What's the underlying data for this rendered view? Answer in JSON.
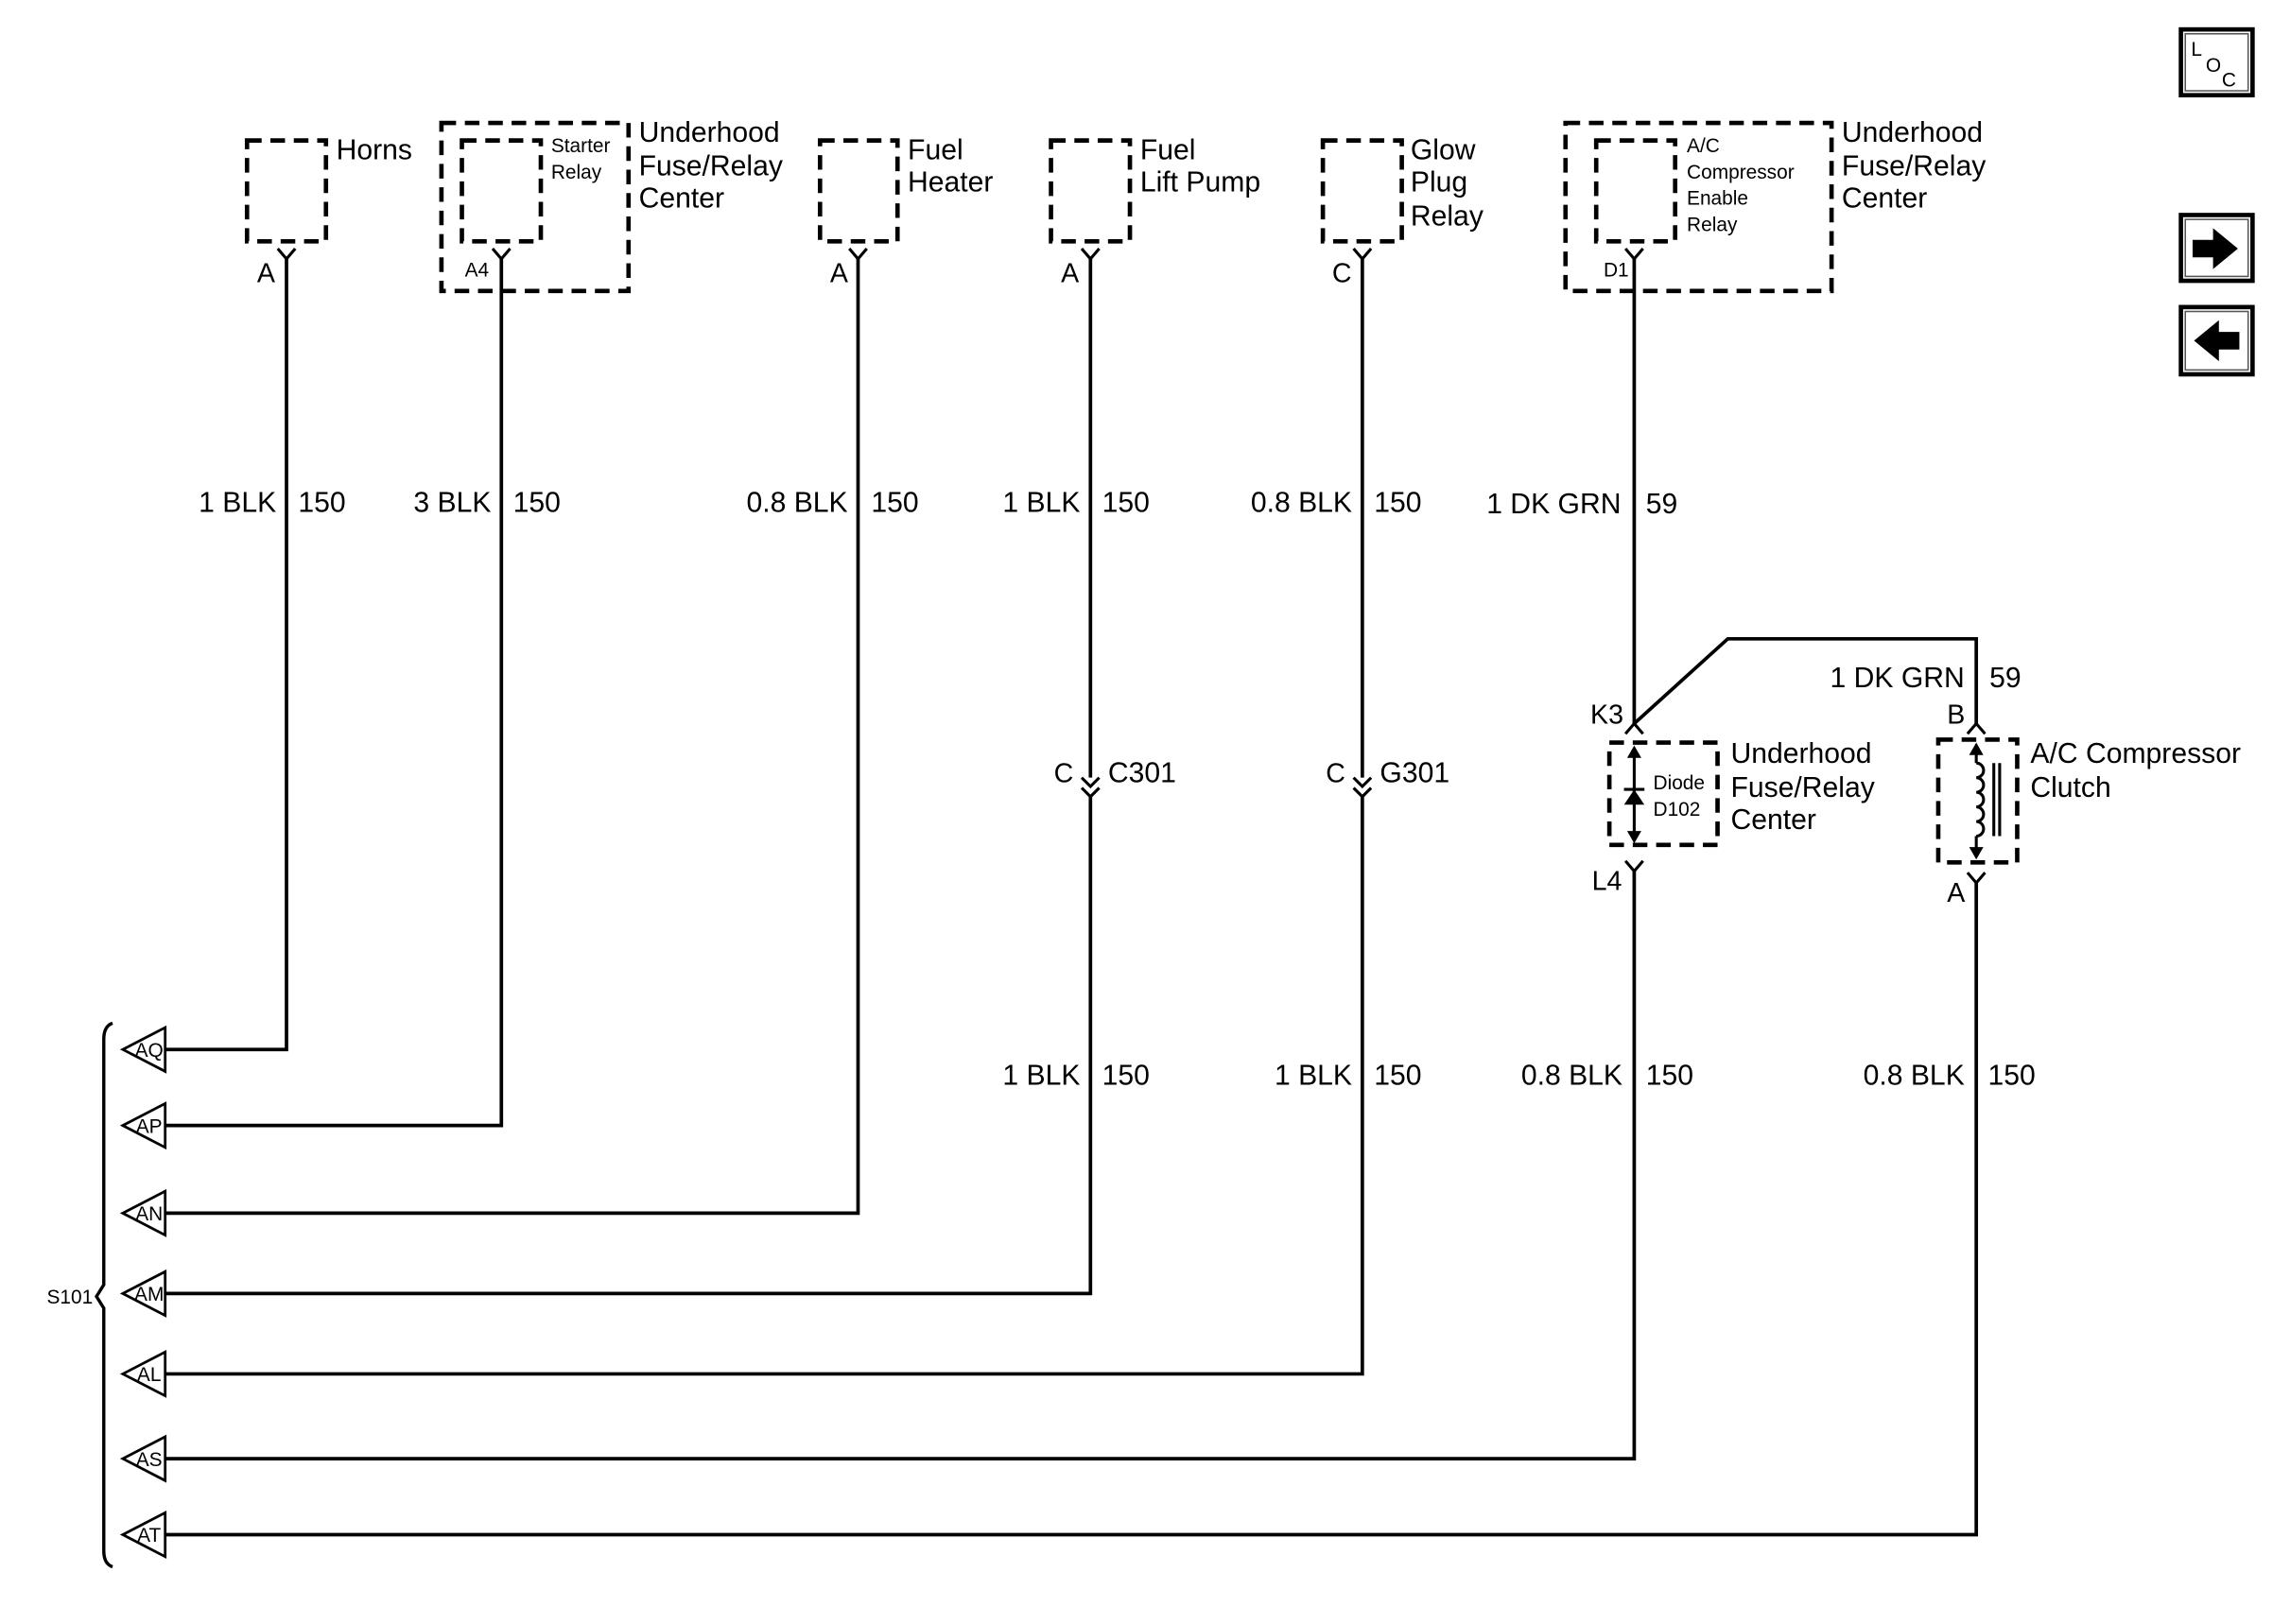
{
  "icons": {
    "locator": "loc-icon",
    "next": "right-arrow-icon",
    "prev": "left-arrow-icon"
  },
  "nav": {
    "loc_l": "L",
    "loc_o": "O",
    "loc_c": "C"
  },
  "components": {
    "horns": {
      "name": "Horns",
      "pin": "A"
    },
    "underhood_left": {
      "name": [
        "Underhood",
        "Fuse/Relay",
        "Center"
      ],
      "relay": [
        "Starter",
        "Relay"
      ],
      "pin": "A4"
    },
    "fuel_heater": {
      "name": [
        "Fuel",
        "Heater"
      ],
      "pin": "A"
    },
    "fuel_lift_pump": {
      "name": [
        "Fuel",
        "Lift Pump"
      ],
      "pin": "A"
    },
    "glow_plug_relay": {
      "name": [
        "Glow",
        "Plug",
        "Relay"
      ],
      "pin": "C"
    },
    "underhood_right": {
      "name": [
        "Underhood",
        "Fuse/Relay",
        "Center"
      ],
      "relay": [
        "A/C",
        "Compressor",
        "Enable",
        "Relay"
      ],
      "pin": "D1"
    },
    "diode": {
      "name": [
        "Diode",
        "D102"
      ],
      "center": [
        "Underhood",
        "Fuse/Relay",
        "Center"
      ],
      "pin_top": "K3",
      "pin_bottom": "L4"
    },
    "ac_clutch": {
      "name": [
        "A/C Compressor",
        "Clutch"
      ],
      "pin_top": "B",
      "pin_bottom": "A"
    }
  },
  "inline_connectors": {
    "c301": {
      "pin": "C",
      "name": "C301"
    },
    "g301": {
      "pin": "C",
      "name": "G301"
    }
  },
  "wires_upper": [
    {
      "gauge_color": "1 BLK",
      "circuit": "150"
    },
    {
      "gauge_color": "3 BLK",
      "circuit": "150"
    },
    {
      "gauge_color": "0.8 BLK",
      "circuit": "150"
    },
    {
      "gauge_color": "1 BLK",
      "circuit": "150"
    },
    {
      "gauge_color": "0.8 BLK",
      "circuit": "150"
    },
    {
      "gauge_color": "1 DK GRN",
      "circuit": "59"
    }
  ],
  "wire_jumper": {
    "gauge_color": "1 DK GRN",
    "circuit": "59"
  },
  "wires_lower": [
    {
      "gauge_color": "1 BLK",
      "circuit": "150"
    },
    {
      "gauge_color": "1 BLK",
      "circuit": "150"
    },
    {
      "gauge_color": "0.8 BLK",
      "circuit": "150"
    },
    {
      "gauge_color": "0.8 BLK",
      "circuit": "150"
    }
  ],
  "splice": {
    "name": "S101",
    "pins": [
      "AQ",
      "AP",
      "AN",
      "AM",
      "AL",
      "AS",
      "AT"
    ]
  }
}
